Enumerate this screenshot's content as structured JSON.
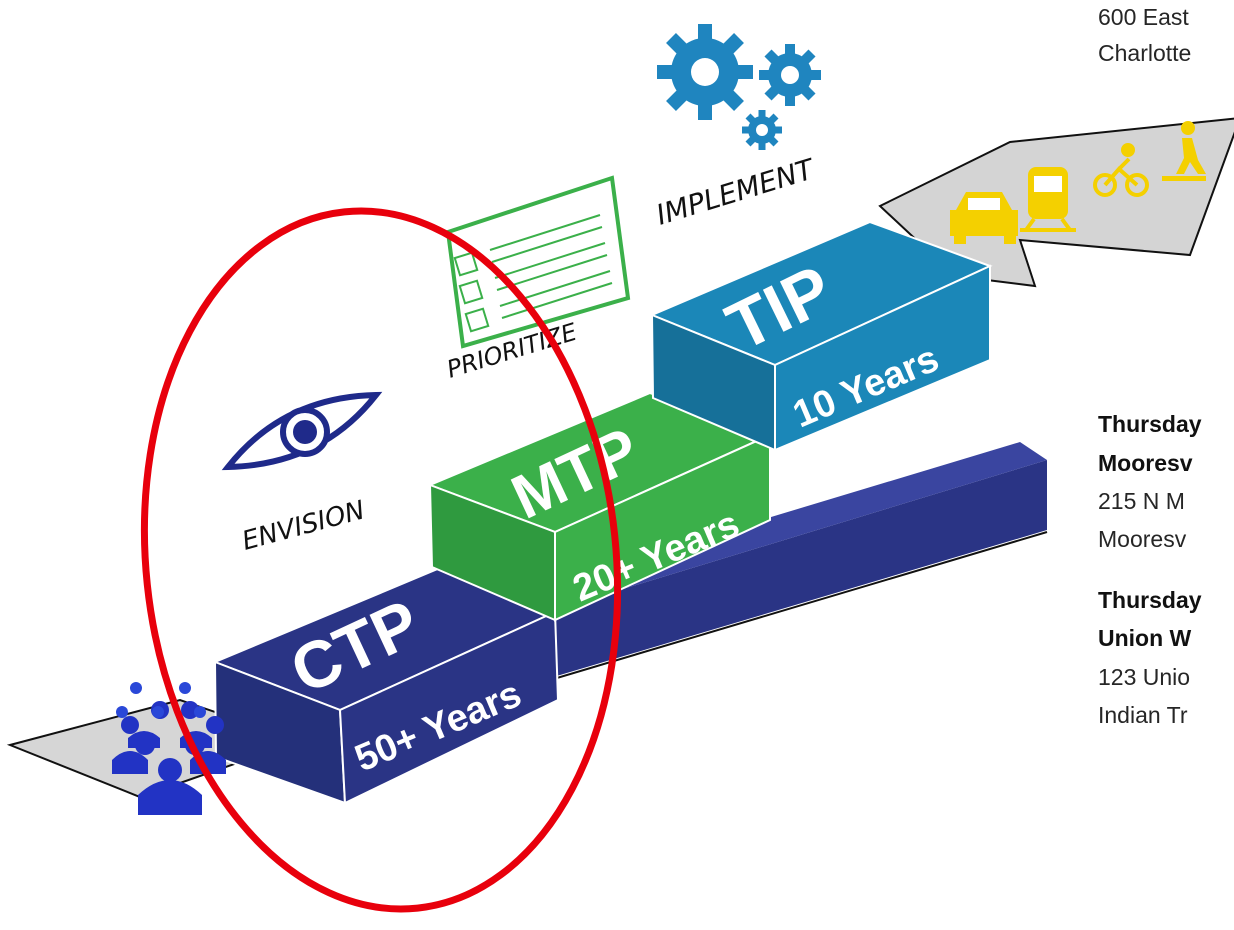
{
  "diagram": {
    "labels": {
      "envision": "ENVISION",
      "prioritize": "PRIORITIZE",
      "implement": "IMPLEMENT"
    },
    "steps": [
      {
        "name": "CTP",
        "span": "50+ Years",
        "color": "#2a3485"
      },
      {
        "name": "MTP",
        "span": "20+ Years",
        "color": "#3bb04a"
      },
      {
        "name": "TIP",
        "span": "10 Years",
        "color": "#1b87b8"
      }
    ],
    "colors": {
      "base": "#2a3485",
      "gear": "#1f85bf",
      "checklist": "#3bb04a",
      "mode_icons": "#f4d000",
      "people": "#2233c4",
      "highlight_circle": "#e8000c",
      "platform": "#d4d4d4"
    },
    "icons": [
      "people-icon",
      "lightbulb-icon",
      "eye-icon",
      "checklist-icon",
      "gear-icon",
      "car-icon",
      "train-icon",
      "bicycle-icon",
      "pedestrian-icon"
    ]
  },
  "side_text": {
    "top_line1": "600 East",
    "top_line2": "Charlotte",
    "block1_title1": "Thursday",
    "block1_title2": "Mooresv",
    "block1_line1": "215 N M",
    "block1_line2": "Mooresv",
    "block2_title1": "Thursday",
    "block2_title2": "Union W",
    "block2_line1": "123 Unio",
    "block2_line2": "Indian Tr"
  }
}
